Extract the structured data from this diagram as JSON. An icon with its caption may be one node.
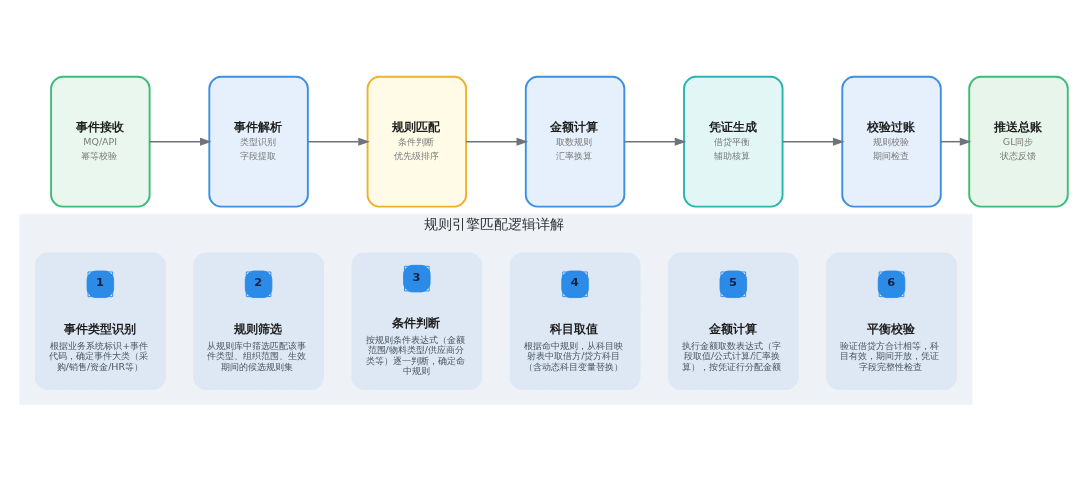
{
  "diagram": {
    "nodes": [
      {
        "text": [
          "事件接收",
          "MQ/API",
          "幂等校验"
        ]
      },
      {
        "text": [
          "事件解析",
          "类型识别",
          "字段提取"
        ]
      },
      {
        "text": [
          "规则匹配",
          "条件判断",
          "优先级排序"
        ]
      },
      {
        "text": [
          "金额计算",
          "取数规则",
          "汇率换算"
        ]
      },
      {
        "text": [
          "凭证生成",
          "借贷平衡",
          "辅助核算"
        ]
      },
      {
        "text": [
          "校验过账",
          "规则校验",
          "期间检查"
        ]
      },
      {
        "text": [
          "推送总账",
          "GL同步",
          "状态反馈"
        ]
      },
      {
        "text": [
          "规则引擎匹配逻辑详解"
        ]
      },
      {
        "text": [
          "1",
          "事件类型识别",
          "根据业务系统标识+事件代码，确定事件大类（采购/销售/资金/HR等）"
        ],
        "in": 7
      },
      {
        "text": [
          "2",
          "规则筛选",
          "从规则库中筛选匹配该事件类型、组织范围、生效期间的候选规则集"
        ],
        "in": 7
      },
      {
        "text": [
          "3",
          "条件判断",
          "按规则条件表达式（金额范围/物料类型/供应商分类等）逐一判断，确定命中规则"
        ],
        "in": 7
      },
      {
        "text": [
          "4",
          "科目取值",
          "根据命中规则，从科目映射表中取借方/贷方科目（含动态科目变量替换）"
        ],
        "in": 7
      },
      {
        "text": [
          "5",
          "金额计算",
          "执行金额取数表达式（字段取值/公式计算/汇率换算），按凭证行分配金额"
        ],
        "in": 7
      },
      {
        "text": [
          "6",
          "平衡校验",
          "验证借贷方合计相等，科目有效，期间开放，凭证字段完整性检查"
        ],
        "in": 7
      }
    ],
    "edges": [
      {
        "from": 0,
        "to": 1,
        "arrow": "to"
      },
      {
        "from": 1,
        "to": 2,
        "arrow": "to"
      },
      {
        "from": 2,
        "to": 3,
        "arrow": "to"
      },
      {
        "from": 3,
        "to": 4,
        "arrow": "to"
      },
      {
        "from": 4,
        "to": 5,
        "arrow": "to"
      },
      {
        "from": 5,
        "to": 6,
        "arrow": "to"
      }
    ]
  }
}
